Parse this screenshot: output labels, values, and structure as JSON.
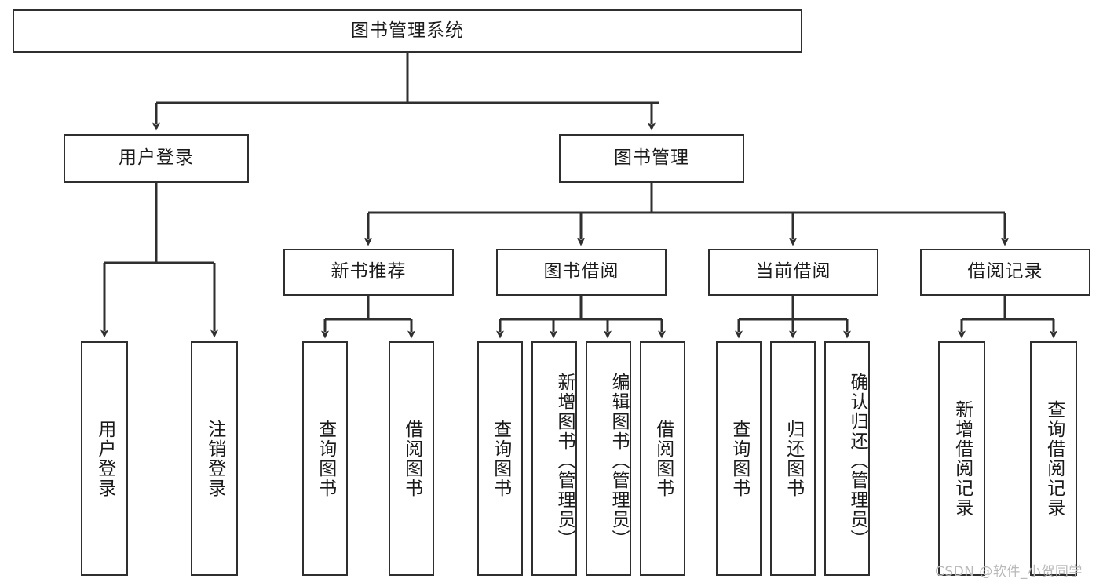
{
  "diagram": {
    "type": "tree",
    "title": "图书管理系统",
    "root": {
      "label": "图书管理系统"
    },
    "level2": [
      {
        "label": "用户登录"
      },
      {
        "label": "图书管理"
      }
    ],
    "level3": [
      {
        "label": "新书推荐"
      },
      {
        "label": "图书借阅"
      },
      {
        "label": "当前借阅"
      },
      {
        "label": "借阅记录"
      }
    ],
    "leaves": {
      "user_login": [
        {
          "label": "用户登录"
        },
        {
          "label": "注销登录"
        }
      ],
      "new_book_recommend": [
        {
          "label": "查询图书"
        },
        {
          "label": "借阅图书"
        }
      ],
      "book_borrow": [
        {
          "label": "查询图书"
        },
        {
          "label": "新增图书（管理员）"
        },
        {
          "label": "编辑图书（管理员）"
        },
        {
          "label": "借阅图书"
        }
      ],
      "current_borrow": [
        {
          "label": "查询图书"
        },
        {
          "label": "归还图书"
        },
        {
          "label": "确认归还（管理员）"
        }
      ],
      "borrow_record": [
        {
          "label": "新增借阅记录"
        },
        {
          "label": "查询借阅记录"
        }
      ]
    }
  },
  "watermark": {
    "text": "CSDN @软件_小贺同学"
  },
  "colors": {
    "stroke": "#2f2f2f",
    "background": "#ffffff",
    "text": "#1a1a1a",
    "watermark": "#b9b9b9"
  }
}
